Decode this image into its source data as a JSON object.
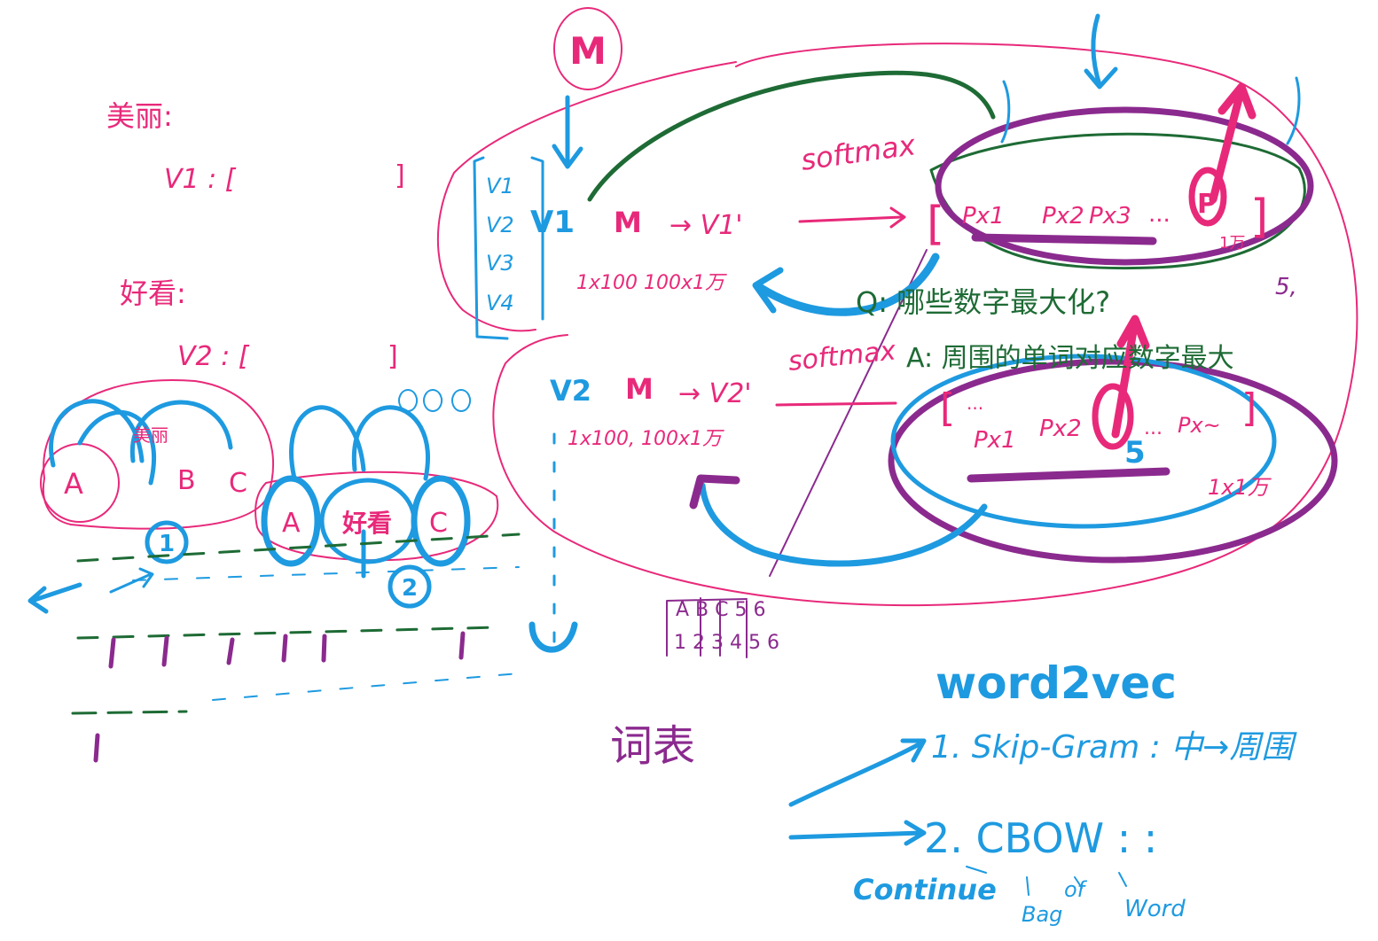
{
  "board": {
    "m_label": "M",
    "left": {
      "word1": "美丽:",
      "v1_open": "V1 : [",
      "v1_close": "]",
      "word2": "好看:",
      "v2_open": "V2 : [",
      "v2_close": "]"
    },
    "context1": {
      "a": "A",
      "center": "美丽",
      "b": "B",
      "c": "C",
      "index": "1"
    },
    "context2": {
      "a": "A",
      "center": "好看",
      "c": "C",
      "index": "2"
    },
    "vectors": [
      "V1",
      "V2",
      "V3",
      "V4"
    ],
    "row1": {
      "input": "V1",
      "matrix": "M",
      "output": "→ V1'",
      "dims": "1x100   100x1万"
    },
    "softmax1": "softmax",
    "probs1": {
      "open": "[",
      "items": [
        "Px1",
        "Px2",
        "Px3",
        "...",
        "P"
      ],
      "close": "]",
      "size": "1万"
    },
    "question": "Q: 哪些数字最大化?",
    "softmax2": "softmax",
    "answer": "A: 周围的单词对应数字最大",
    "row2": {
      "input": "V2",
      "matrix": "M",
      "output": "→ V2'",
      "dims": "1x100, 100x1万"
    },
    "probs2": {
      "open": "[",
      "items": [
        "...",
        "Px1",
        "Px2",
        "...",
        "Px~"
      ],
      "close": "]",
      "size": "1x1万",
      "mark": "5"
    },
    "side_mark": "5,",
    "vocab": {
      "letters": "A B C 5 6",
      "numbers": "1 2 3 4 5 6",
      "label": "词表"
    },
    "word2vec": {
      "title": "word2vec",
      "item1": "1. Skip-Gram : 中→周围",
      "item2": "2. CBOW : :",
      "cbow_words": [
        "Continue",
        "Bag",
        "of",
        "Word"
      ]
    }
  },
  "colors": {
    "pink": "#e8297a",
    "blue": "#1e9ae0",
    "purple": "#8b2a8e",
    "green": "#1e6b35",
    "background": "#ffffff"
  }
}
